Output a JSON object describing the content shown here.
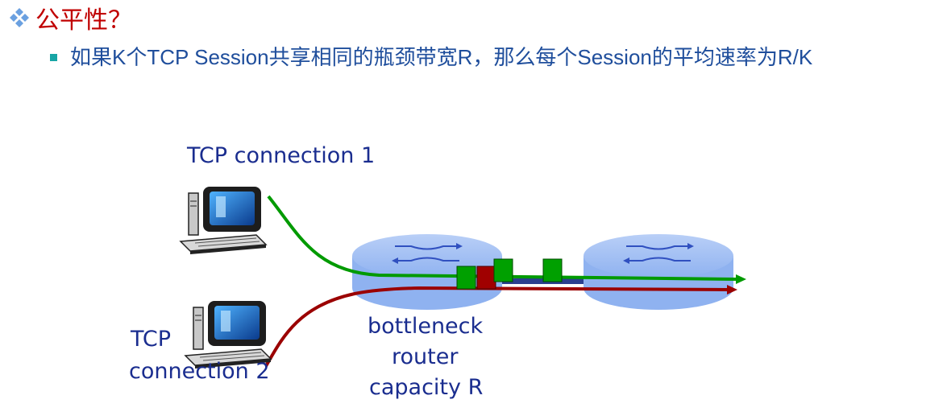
{
  "slide": {
    "title": "公平性？",
    "bullet": "如果K个TCP Session共享相同的瓶颈带宽R，那么每个Session的平均速率为R/K",
    "title_icon": "diamond-bullet-icon"
  },
  "diagram": {
    "connection1_label": "TCP connection 1",
    "connection2_label_line1": "TCP",
    "connection2_label_line2": "connection 2",
    "router_label_line1": "bottleneck",
    "router_label_line2": "router",
    "router_label_line3": "capacity R"
  },
  "colors": {
    "title": "#c00000",
    "bullet_text": "#1f4e9c",
    "bullet_square": "#17a5a5",
    "label_text": "#1a2d8f",
    "flow1": "#009a00",
    "flow2": "#9b0000",
    "router_fill": "#8fb2f0"
  }
}
